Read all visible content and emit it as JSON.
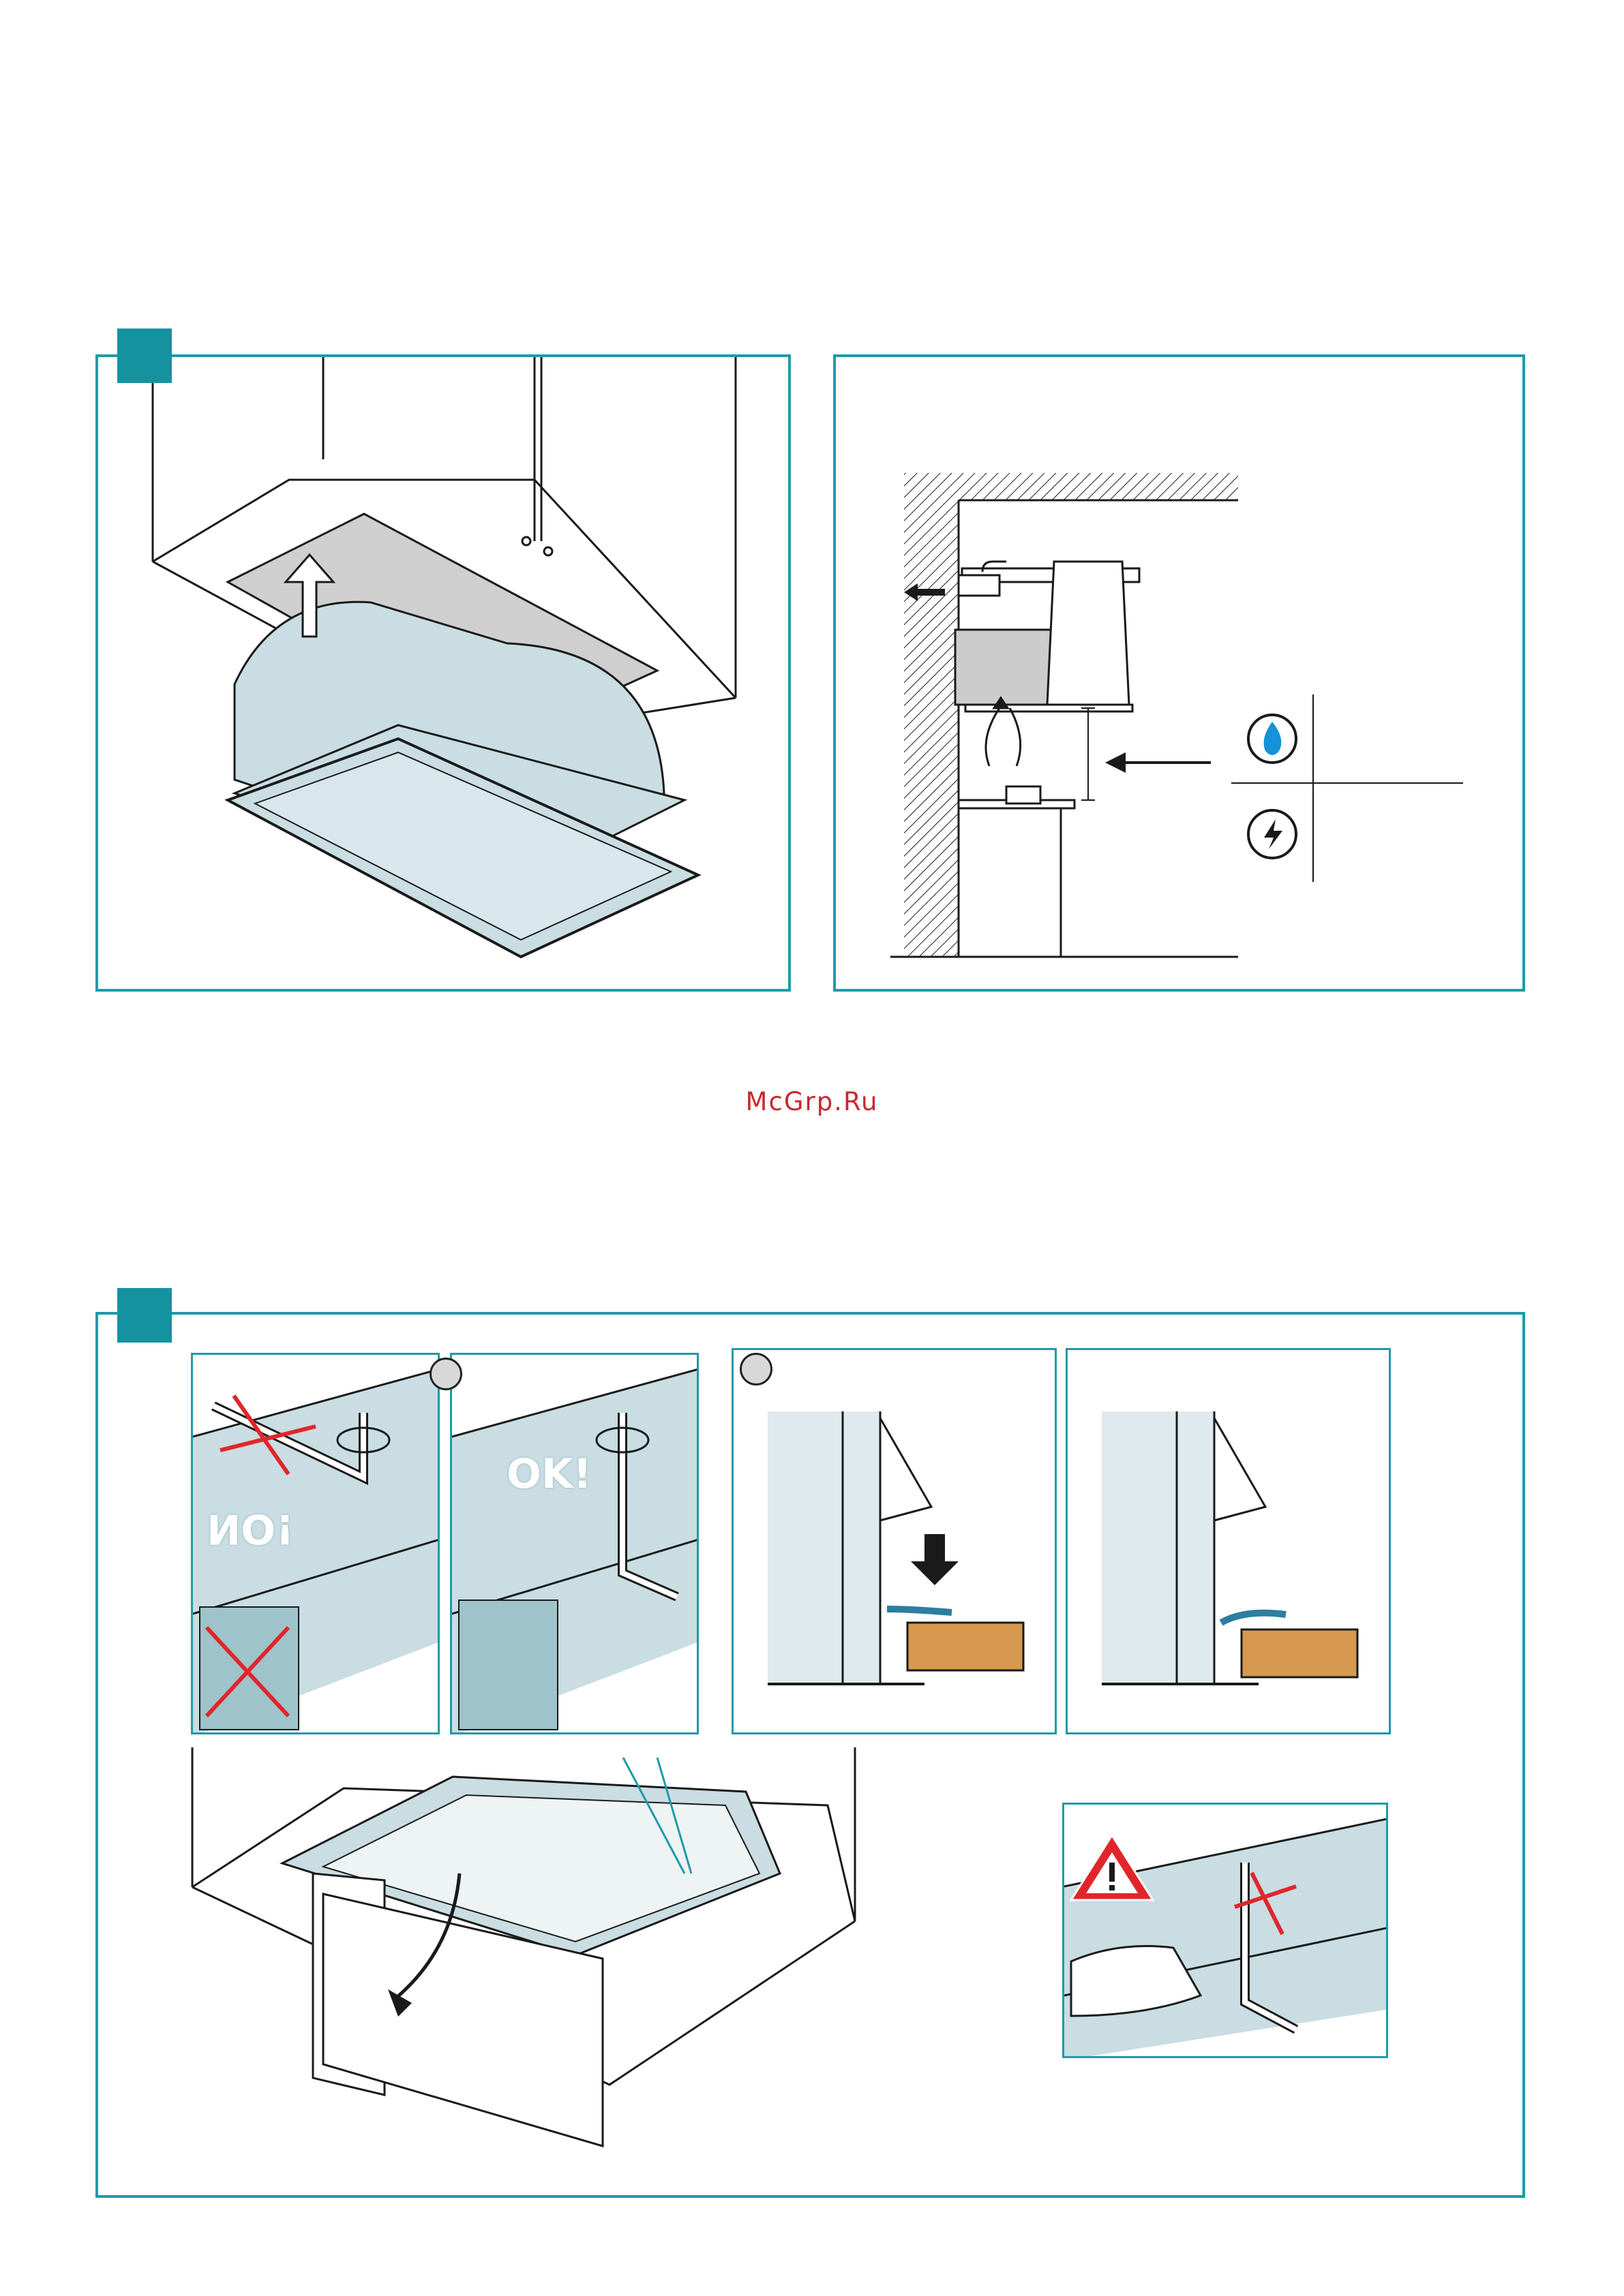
{
  "watermark": "McGrp.Ru",
  "colors": {
    "frame": "#1f9aa8",
    "badge": "#1592a0",
    "panel_fill": "#c9dde2",
    "watermark": "#c8282d",
    "wood": "#d6994f",
    "warning": "#e0262b"
  },
  "step1": {
    "left_panel": {
      "icons": [
        "cabinet-outline",
        "hood-insert",
        "up-arrow-icon"
      ]
    },
    "right_panel": {
      "icons": [
        "gas-flame-icon",
        "electric-icon",
        "left-arrow-icon"
      ]
    }
  },
  "step2": {
    "detail_no": {
      "label": "NO!"
    },
    "detail_ok": {
      "label": "OK!"
    }
  }
}
